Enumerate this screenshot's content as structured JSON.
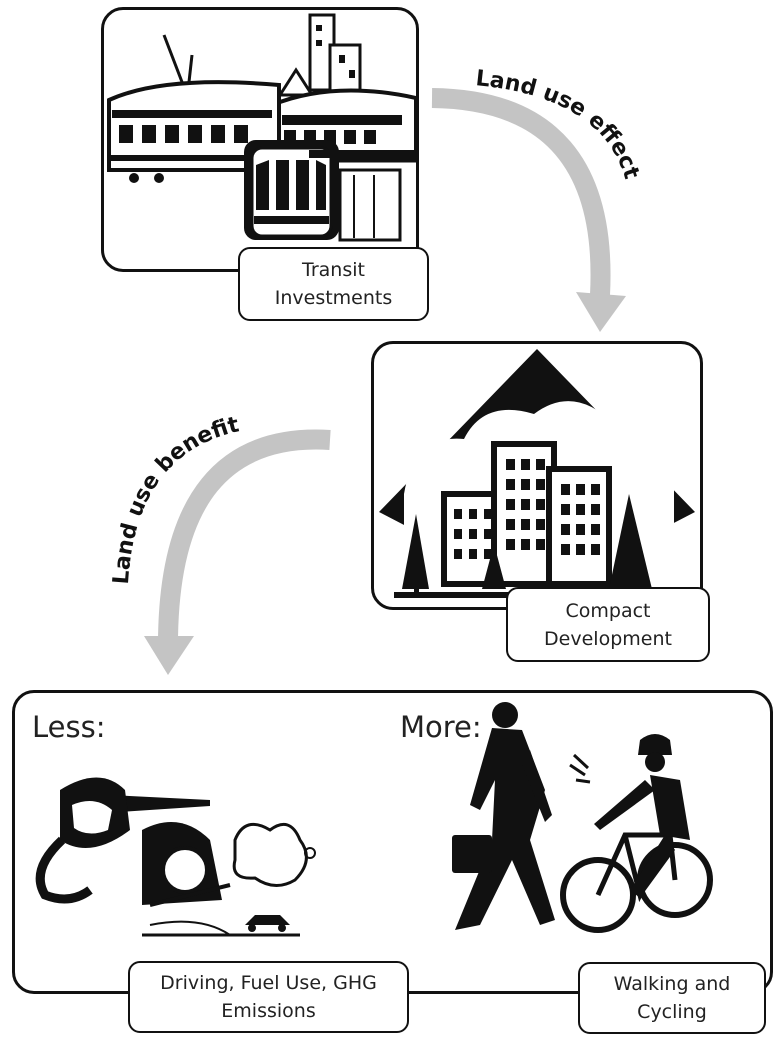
{
  "nodes": {
    "transit": {
      "label": "Transit\nInvestments"
    },
    "compact": {
      "label": "Compact\nDevelopment"
    }
  },
  "edges": {
    "land_use_effect": "Land use effect",
    "land_use_benefits": "Land use benefits"
  },
  "outcomes": {
    "less": {
      "heading": "Less:",
      "label": "Driving, Fuel Use, GHG\nEmissions"
    },
    "more": {
      "heading": "More:",
      "label": "Walking and\nCycling"
    }
  },
  "colors": {
    "arrow": "#c4c4c4",
    "outline": "#111111"
  }
}
